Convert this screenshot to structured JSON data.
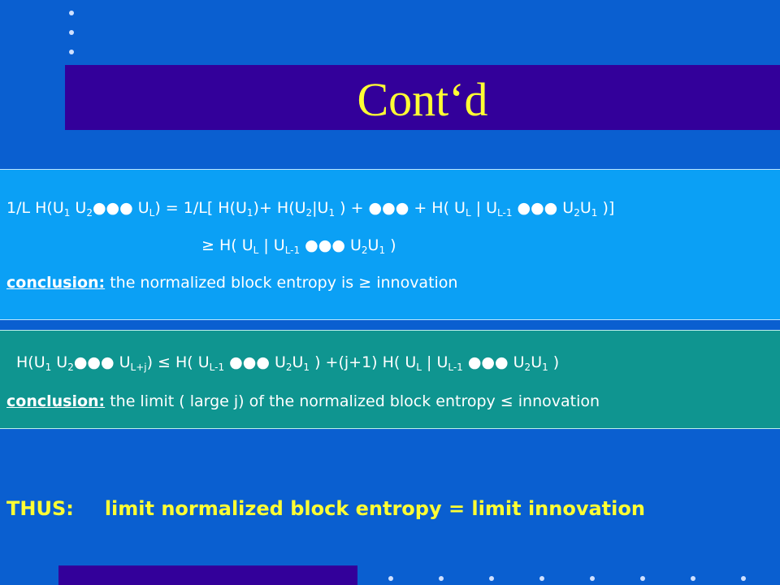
{
  "title": "Cont‘d",
  "box1": {
    "line1_parts": [
      "1/L H(U",
      "1",
      " U",
      "2",
      "●●● U",
      "L",
      ") = 1/L[ H(U",
      "1",
      ")+ H(U",
      "2",
      "|U",
      "1",
      " ) + ●●● + H( U",
      "L",
      " | U",
      "L-1",
      " ●●● U",
      "2",
      "U",
      "1",
      " )]"
    ],
    "line2_parts": [
      "≥ H( U",
      "L",
      " | U",
      "L-1",
      " ●●● U",
      "2",
      "U",
      "1",
      " )"
    ],
    "conclusion_label": "conclusion:",
    "conclusion_text": " the normalized  block entropy is ≥  innovation"
  },
  "box2": {
    "line1_parts": [
      "H(U",
      "1",
      " U",
      "2",
      "●●● U",
      "L+j",
      ") ≤  H( U",
      "L-1",
      " ●●● U",
      "2",
      "U",
      "1",
      " ) +(j+1) H( U",
      "L",
      " | U",
      "L-1",
      " ●●● U",
      "2",
      "U",
      "1",
      " )"
    ],
    "conclusion_label": "conclusion:",
    "conclusion_text": " the limit ( large j) of the normalized block entropy ≤ innovation"
  },
  "thus": {
    "label": "THUS:",
    "text": "limit normalized block entropy  = limit innovation"
  },
  "colors": {
    "background": "#0a5fd0",
    "title_bar": "#33009a",
    "title_text": "#ffff33",
    "box1": "#0ba0f5",
    "box2": "#0f9590",
    "thus_text": "#ffff33"
  }
}
